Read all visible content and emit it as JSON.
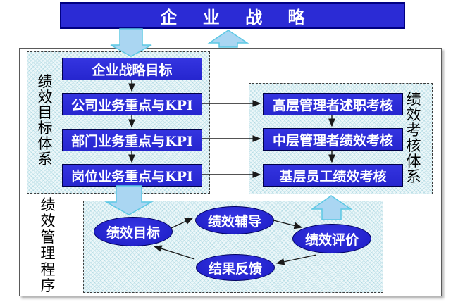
{
  "title": "企 业 战 略",
  "panels": {
    "target_system": {
      "side_label": "绩效目标体系",
      "boxes": [
        "企业战略目标",
        "公司业务重点与KPI",
        "部门业务重点与KPI",
        "岗位业务重点与KPI"
      ]
    },
    "assessment_system": {
      "side_label": "绩效考核体系",
      "boxes": [
        "高层管理者述职考核",
        "中层管理者绩效考核",
        "基层员工绩效考核"
      ]
    },
    "management_process": {
      "side_label": "绩效管理程序",
      "nodes": [
        "绩效目标",
        "绩效辅导",
        "绩效评价",
        "结果反馈"
      ]
    }
  },
  "colors": {
    "node_blue": "#2b2bd5",
    "node_border": "#000060",
    "block_arrow_fill": "#aad6f2",
    "block_arrow_stroke": "#5cc8e4",
    "panel_bg": "#ecf7f9",
    "connector": "#1a1a1a"
  }
}
